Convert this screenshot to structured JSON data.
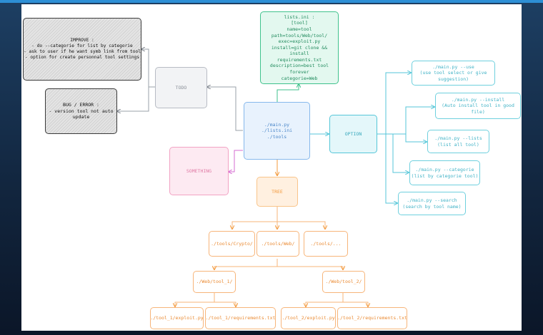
{
  "nodes": {
    "improve": "IMPROVE :\n- do --categorie for list by categorie\n- ask to user if he want symb link from tool\n- option for create personnal tool settings",
    "bug": "BUG / ERROR :\n- version tool not auto\nupdate",
    "todo": "TODO",
    "lists": "lists.ini :\n[tool]\nname=tool\npath=tools/Web/tool/\nexec=exploit.py\ninstall=git clone && install\nrequirements.txt\ndescription=best tool forever\ncategorie=Web",
    "main": "./main.py\n./lists.ini\n./tools",
    "option": "OPTION",
    "something": "SOMETHING",
    "tree": "TREE",
    "use": "./main.py --use\n(use tool select or give\nsuggestion)",
    "install": "./main.py --install\n(Auto install tool in good file)",
    "listsopt": "./main.py --lists\n(list all tool)",
    "categorie": "./main.py --categorie\n(list by categorie tool)",
    "search": "./main.py --search\n(search by tool name)",
    "crypto": "./tools/Crypto/",
    "web": "./tools/Web/",
    "other": "./tools/...",
    "tool1": "./Web/tool_1/",
    "tool2": "./Web/tool_2/",
    "t1exploit": "./tool_1/exploit.py",
    "t1req": "./tool_1/requirements.txt",
    "t2exploit": "./tool_2/exploit.py",
    "t2req": "./tool_2/requirements.txt"
  }
}
